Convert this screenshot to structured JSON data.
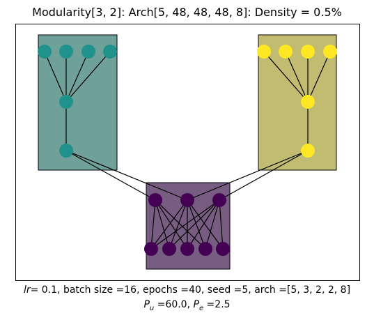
{
  "title": "Modularity[3, 2]: Arch[5, 48, 48, 48, 8]: Density = 0.5%",
  "caption": {
    "lr_symbol": "lr",
    "line1_rest": "=  0.1, batch size =16, epochs =40, seed =5, arch =[5, 3, 2, 2, 8]",
    "pu_symbol": "P",
    "pu_sub": "u",
    "pu_value": " =60.0, ",
    "pe_symbol": "P",
    "pe_sub": "e",
    "pe_value": " =2.5"
  },
  "colors": {
    "module_left": "#70a09a",
    "module_right": "#c2bb72",
    "module_bottom": "#785d83",
    "node_left": "#21918c",
    "node_right": "#fde725",
    "node_bottom": "#440154"
  }
}
